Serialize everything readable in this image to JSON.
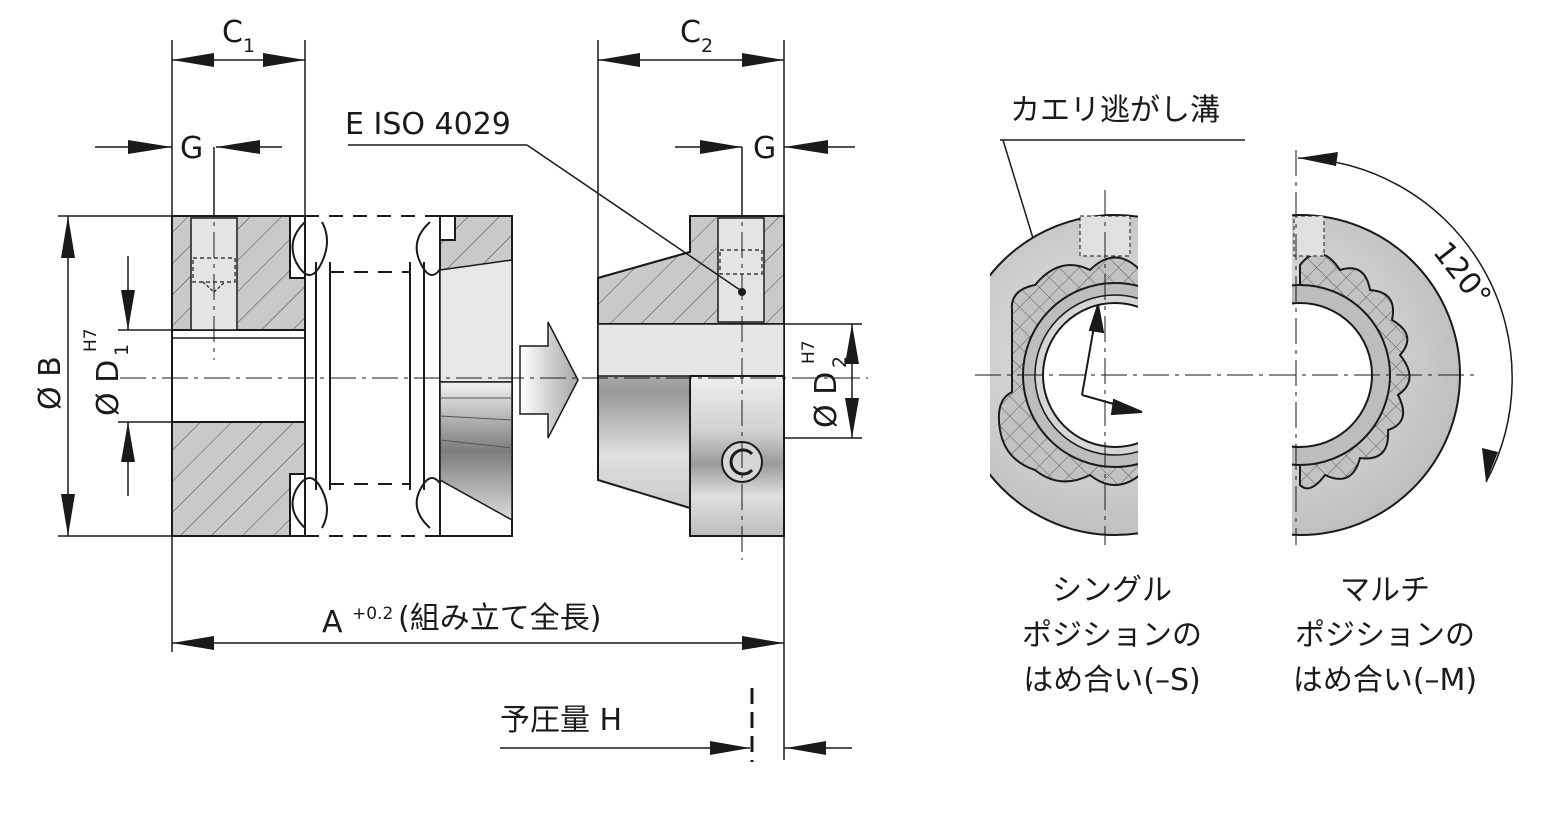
{
  "labels": {
    "c1": "C",
    "c1_sub": "1",
    "c2": "C",
    "c2_sub": "2",
    "g_left": "G",
    "g_right": "G",
    "eiso": "E ISO  4029",
    "phi_b": "Ø B",
    "phi_d1": "Ø D",
    "d1_sub": "1",
    "d1_sup": "H7",
    "phi_d2": "Ø D",
    "d2_sub": "2",
    "d2_sup": "H7",
    "a_letter": "A",
    "a_tol": "+0.2",
    "a_desc": "(組み立て全長)",
    "preload": "予圧量 H",
    "groove": "カエリ逃がし溝",
    "angle": "120°",
    "single": [
      "シングル",
      "ポジションの",
      "はめ合い(–S)"
    ],
    "multi": [
      "マルチ",
      "ポジションの",
      "はめ合い(–M)"
    ]
  },
  "colors": {
    "line": "#1a1a1a",
    "section_fill": "#c8c8c8",
    "metal_light": "#e2e2e2",
    "metal_dark": "#7a7a7a",
    "polymer": "#bdbdbd"
  }
}
